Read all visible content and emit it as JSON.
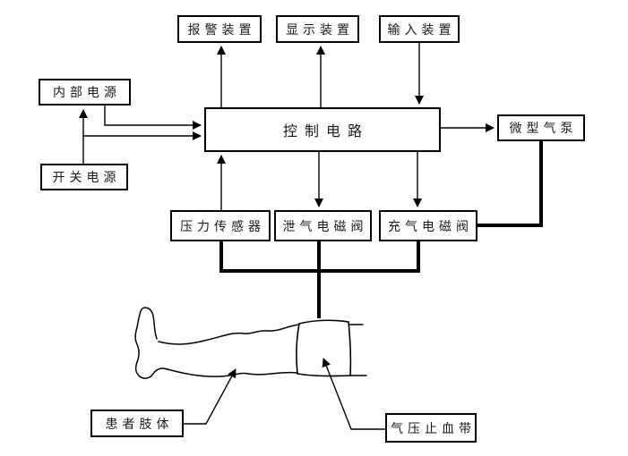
{
  "diagram": {
    "type": "block-diagram",
    "subject": "pneumatic tourniquet system",
    "nodes": {
      "alarm": {
        "label": "报警装置"
      },
      "display": {
        "label": "显示装置"
      },
      "input": {
        "label": "输入装置"
      },
      "internal_power": {
        "label": "内部电源"
      },
      "switch_power": {
        "label": "开关电源"
      },
      "control": {
        "label": "控制电路"
      },
      "pump": {
        "label": "微型气泵"
      },
      "pressure_sensor": {
        "label": "压力传感器"
      },
      "deflate_valve": {
        "label": "泄气电磁阀"
      },
      "inflate_valve": {
        "label": "充气电磁阀"
      },
      "patient_limb": {
        "label": "患者肢体"
      },
      "tourniquet": {
        "label": "气压止血带"
      }
    },
    "connections": [
      {
        "from": "控制电路",
        "to": "报警装置",
        "type": "signal-arrow"
      },
      {
        "from": "控制电路",
        "to": "显示装置",
        "type": "signal-arrow"
      },
      {
        "from": "输入装置",
        "to": "控制电路",
        "type": "signal-arrow"
      },
      {
        "from": "内部电源",
        "to": "控制电路",
        "type": "signal-arrow"
      },
      {
        "from": "开关电源",
        "to": "内部电源",
        "type": "signal-arrow"
      },
      {
        "from": "开关电源",
        "to": "控制电路",
        "type": "signal-arrow"
      },
      {
        "from": "控制电路",
        "to": "微型气泵",
        "type": "signal-arrow"
      },
      {
        "from": "压力传感器",
        "to": "控制电路",
        "type": "signal-arrow"
      },
      {
        "from": "控制电路",
        "to": "泄气电磁阀",
        "type": "signal-arrow"
      },
      {
        "from": "控制电路",
        "to": "充气电磁阀",
        "type": "signal-arrow"
      },
      {
        "from": "微型气泵",
        "to": "充气电磁阀",
        "type": "pneumatic-tube"
      },
      {
        "from": "压力传感器",
        "to": "气压止血带袖带",
        "type": "pneumatic-tube"
      },
      {
        "from": "泄气电磁阀",
        "to": "气压止血带袖带",
        "type": "pneumatic-tube"
      },
      {
        "from": "充气电磁阀",
        "to": "气压止血带袖带",
        "type": "pneumatic-tube"
      },
      {
        "from": "患者肢体标签",
        "to": "腿部图示",
        "type": "label-leader-arrow"
      },
      {
        "from": "气压止血带标签",
        "to": "袖带图示",
        "type": "label-leader-arrow"
      }
    ],
    "illustration": "patient leg lying horizontally with inflatable cuff around thigh",
    "colors": {
      "background": "#ffffff",
      "line": "#000000",
      "text": "#1a1a1a"
    }
  }
}
